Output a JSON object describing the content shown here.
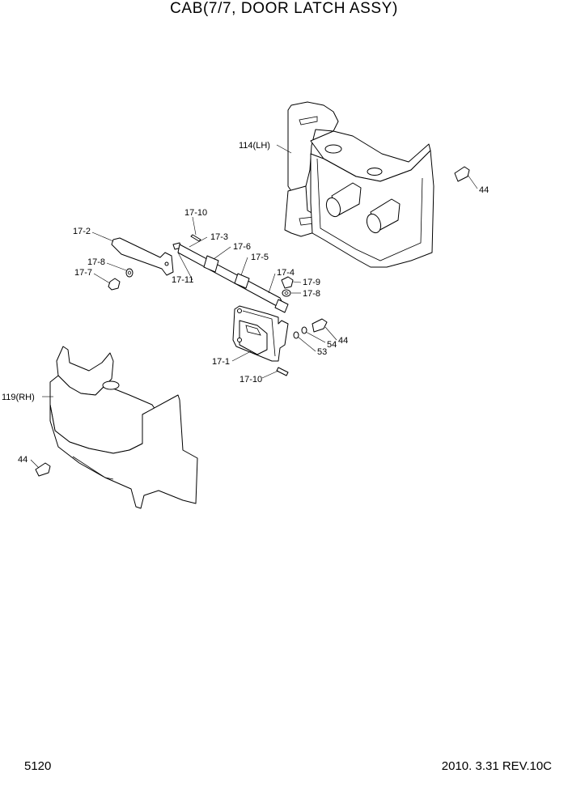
{
  "title": "CAB(7/7, DOOR LATCH ASSY)",
  "footer": {
    "page": "5120",
    "date_rev": "2010. 3.31  REV.10C"
  },
  "labels": {
    "l114": "114(LH)",
    "l44a": "44",
    "l17_10a": "17-10",
    "l17_2": "17-2",
    "l17_3": "17-3",
    "l17_6": "17-6",
    "l17_5": "17-5",
    "l17_8a": "17-8",
    "l17_7": "17-7",
    "l17_11": "17-11",
    "l17_4": "17-4",
    "l17_9": "17-9",
    "l17_8b": "17-8",
    "l44b": "44",
    "l54": "54",
    "l53": "53",
    "l17_1": "17-1",
    "l17_10b": "17-10",
    "l119": "119(RH)",
    "l44c": "44"
  }
}
